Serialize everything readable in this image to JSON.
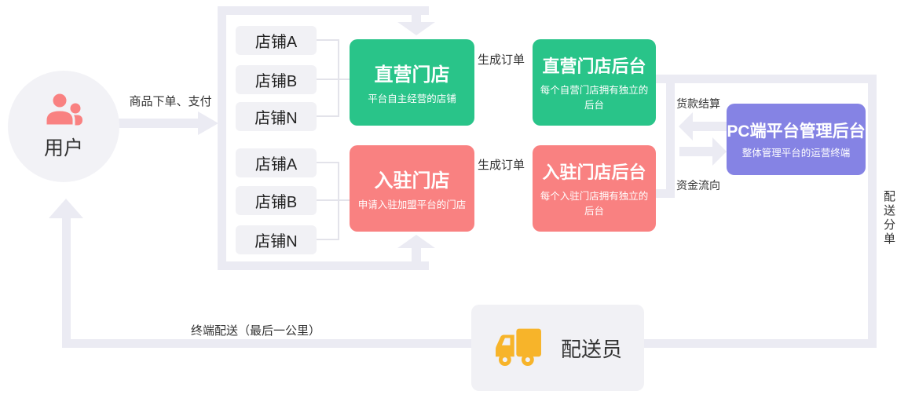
{
  "colors": {
    "green": "#29c489",
    "red": "#f98181",
    "purple": "#8583e4",
    "yellow": "#f7b42a",
    "flow": "#ebebf3",
    "connector": "#e3e3ea",
    "box_gray": "#f1f1f5",
    "circle_gray": "#f2f2f6"
  },
  "user": {
    "label": "用户"
  },
  "labels": {
    "order_pay": "商品下单、支付",
    "generate_order_top": "生成订单",
    "generate_order_bottom": "生成订单",
    "payment_settlement": "货款结算",
    "funds_flow": "资金流向",
    "delivery_dispatch": "配送分单",
    "last_mile": "终端配送（最后一公里）"
  },
  "shops_direct": [
    "店铺A",
    "店铺B",
    "店铺N"
  ],
  "shops_settled": [
    "店铺A",
    "店铺B",
    "店铺N"
  ],
  "nodes": {
    "direct_store": {
      "title": "直营门店",
      "subtitle": "平台自主经营的店铺"
    },
    "direct_backend": {
      "title": "直营门店后台",
      "subtitle": "每个自营门店拥有独立的后台"
    },
    "settled_store": {
      "title": "入驻门店",
      "subtitle": "申请入驻加盟平台的门店"
    },
    "settled_backend": {
      "title": "入驻门店后台",
      "subtitle": "每个入驻门店拥有独立的后台"
    },
    "pc_admin": {
      "title": "PC端平台管理后台",
      "subtitle": "整体管理平台的运营终端"
    },
    "courier": {
      "label": "配送员"
    }
  }
}
